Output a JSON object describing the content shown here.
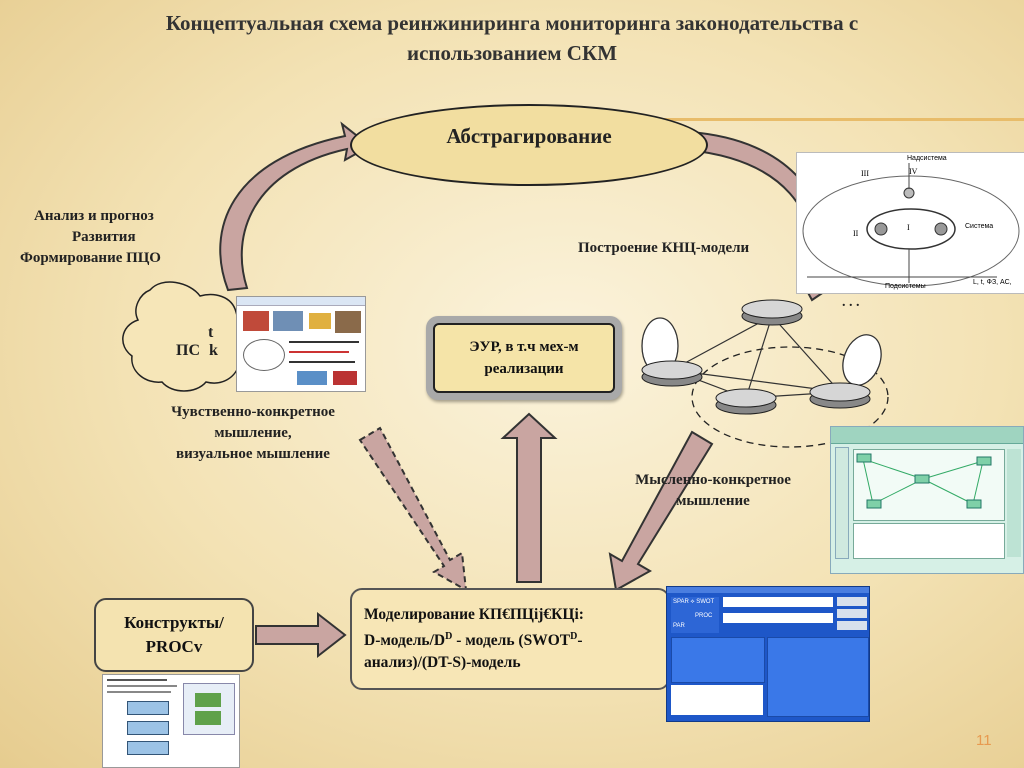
{
  "title": {
    "line1": "Концептуальная схема реинжиниринга мониторинга законодательства с",
    "line2": "использованием СКМ"
  },
  "abstraction": "Абстрагирование",
  "analysis": {
    "line1": "Анализ и прогноз",
    "line2": "Развития",
    "line3": "Формирование  ПЦО"
  },
  "knc_model": "Построение КНЦ-модели",
  "ps": {
    "label": "ПС",
    "t": "t",
    "k": "k"
  },
  "sensory": {
    "line1": "Чувственно-конкретное",
    "line2": "мышление,",
    "line3": "визуальное мышление"
  },
  "eur": {
    "line1": "ЭУР, в т.ч мех-м",
    "line2": "реализации"
  },
  "mental": {
    "line1": "Мысленно-конкретное",
    "line2": "мышление"
  },
  "ellipsis": ". . .",
  "constructs": {
    "line1": "Конструкты/",
    "line2": "PROCv"
  },
  "modeling": {
    "line1": "Моделирование КП€ПЦij€КЦi:",
    "line2a": "D-модель/D",
    "line2sup1": "D",
    "line2b": " - модель (SWOT",
    "line2sup2": "D",
    "line2c": "-",
    "line3": "анализ)/(DT-S)-модель"
  },
  "system_diagram": {
    "nadsystema": "Надсистема",
    "sistema": "Система",
    "podsistemy": "Подсистемы",
    "axes": "L, t, ФЗ, АС,",
    "r1": "I",
    "r2": "II",
    "r3": "III",
    "r4": "IV"
  },
  "swot_panel": {
    "swot": "SPAR ⟡ SWOT",
    "proc": "PROC",
    "par": "PAR"
  },
  "page_number": "11",
  "colors": {
    "arrow_fill": "#c9a5a1",
    "arrow_stroke": "#333333",
    "box_fill": "#f4e3b0",
    "ellipse_fill": "#f2dea0",
    "accent_line": "#e8bc6a",
    "page_number": "#e79a50"
  }
}
